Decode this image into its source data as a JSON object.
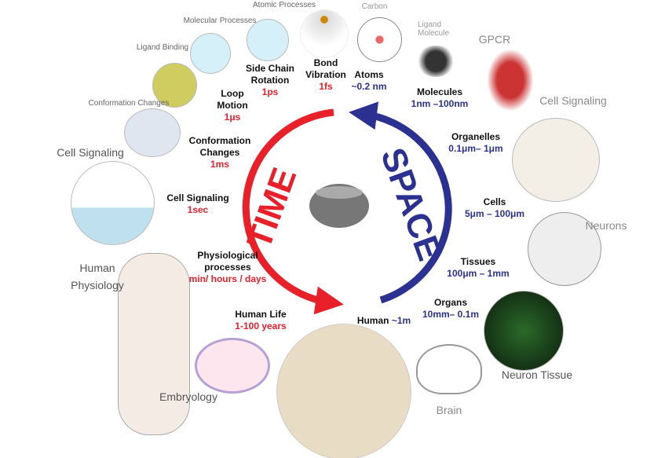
{
  "center": {
    "time": "TIME",
    "space": "SPACE"
  },
  "time_scale": [
    {
      "name": "Bond\nVibration",
      "value": "1fs"
    },
    {
      "name": "Side Chain\nRotation",
      "value": "1ps"
    },
    {
      "name": "Loop\nMotion",
      "value": "1μs"
    },
    {
      "name": "Conformation\nChanges",
      "value": "1ms"
    },
    {
      "name": "Cell Signaling",
      "value": "1sec"
    },
    {
      "name": "Physiological\nprocesses",
      "value": "min/ hours / days"
    },
    {
      "name": "Human Life",
      "value": "1-100 years"
    }
  ],
  "space_scale": [
    {
      "name": "Atoms",
      "value": "~0.2 nm"
    },
    {
      "name": "Molecules",
      "value": "1nm –100nm"
    },
    {
      "name": "Organelles",
      "value": "0.1μm– 1μm"
    },
    {
      "name": "Cells",
      "value": "5μm – 100μm"
    },
    {
      "name": "Tissues",
      "value": "100μm – 1mm"
    },
    {
      "name": "Organs",
      "value": "10mm– 0.1m"
    },
    {
      "name": "Human",
      "value": "~1m"
    }
  ],
  "image_labels": {
    "atomic": "Atomic Processes",
    "carbon": "Carbon",
    "ligand_molecule": "Ligand\nMolecule",
    "molecular": "Molecular Processes",
    "ligand_binding": "Ligand Binding",
    "conformation": "Conformation Changes",
    "gpcr": "GPCR",
    "cell_signaling_right": "Cell Signaling",
    "cell_signaling_left": "Cell Signaling",
    "human_physiology": "Human\nPhysiology",
    "embryology": "Embryology",
    "brain": "Brain",
    "neurons": "Neurons",
    "neuron_tissue": "Neuron Tissue"
  },
  "colors": {
    "time": "#e8202a",
    "space": "#2b3190"
  }
}
